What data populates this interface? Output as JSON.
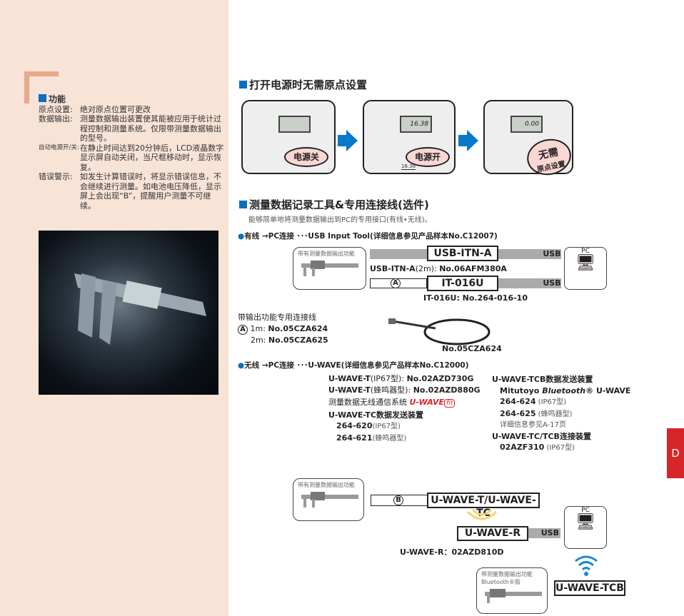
{
  "features": {
    "title": "功能",
    "rows": [
      {
        "key": "原点设置:",
        "value": "绝对原点位置可更改"
      },
      {
        "key": "数据输出:",
        "value": "测量数据输出装置使其能被应用于统计过程控制和测量系统。仅限带测量数据输出的型号。"
      },
      {
        "key": "自动电源开/关:",
        "value": "在静止时间达到20分钟后，LCD液晶数字显示屏自动关闭，当尺框移动时，显示恢复。"
      },
      {
        "key": "错误警示:",
        "value": "如发生计算错误时，将显示错误信息，不会继续进行测量。如电池电压降低，显示屏上会出现“B”，提醒用户测量不可继续。"
      }
    ]
  },
  "section1": {
    "title": "打开电源时无需原点设置",
    "panels": [
      {
        "lcd": "",
        "label": "电源关"
      },
      {
        "lcd": "16.38",
        "label": "电源开",
        "dim": "16.38"
      },
      {
        "lcd": "0.00",
        "label1": "无需",
        "label2": "原点设置"
      }
    ]
  },
  "section2": {
    "title": "测量数据记录工具&专用连接线(选件)",
    "subtitle": "能够简单地将测量数据输出到PC的专用接口(有线•无线)。",
    "wired_heading": "有线 →PC连接 ･･･USB Input Tool(详细信息参见产品样本No.C12007)",
    "device_label": "带有测量数据输出功能",
    "usb_itn_a": "USB-ITN-A",
    "usb_itn_a_note_name": "USB-ITN-A",
    "usb_itn_a_note_len": "(2m):",
    "usb_itn_a_note_no": "No.06AFM380A",
    "it016u": "IT-016U",
    "it016u_note": "IT-016U: No.264-016-10",
    "usb": "USB",
    "pc": "PC",
    "conn_a": "A",
    "cable_title": "带输出功能专用连接线",
    "cable_1m_len": "1m:",
    "cable_1m_no": "No.05CZA624",
    "cable_2m_len": "2m:",
    "cable_2m_no": "No.05CZA625",
    "cable_photo_caption": "No.05CZA624",
    "wireless_heading": "无线 →PC连接 ･･･U-WAVE(详细信息参见产品样本No.C12000)",
    "left_list": [
      {
        "bold": "U-WAVE-T",
        "light": "(IP67型): ",
        "no": "No.02AZD730G"
      },
      {
        "bold": "U-WAVE-T",
        "light": "(蜂鸣器型): ",
        "no": "No.02AZD880G"
      }
    ],
    "system_text": "测量数据无线通信系统",
    "uwave_fit": "U-WAVE",
    "uwave_fit_suffix": "fit",
    "tc_title": "U-WAVE-TC数据发送装置",
    "tc_items": [
      {
        "no": "264-620",
        "type": "(IP67型)"
      },
      {
        "no": "264-621",
        "type": "(蜂鸣器型)"
      }
    ],
    "tcb_title": "U-WAVE-TCB数据发送装置",
    "tcb_sub_a": "Mitutoyo ",
    "tcb_sub_b": "Bluetooth",
    "tcb_sub_c": "® U-WAVE",
    "tcb_items": [
      {
        "no": "264-624",
        "type": " (IP67型)"
      },
      {
        "no": "264-625",
        "type": " (蜂鸣器型)"
      }
    ],
    "tcb_ref": "详细信息参见A-17页",
    "conn_title": "U-WAVE-TC/TCB连接装置",
    "conn_no": "02AZF310",
    "conn_type": " (IP67型)",
    "conn_b": "B",
    "uwave_t_tc": "U-WAVE-T/U-WAVE-TC",
    "uwave_r": "U-WAVE-R",
    "uwave_r_note": "U-WAVE-R：02AZD810D",
    "bt_device_label1": "带测量数据输出功能",
    "bt_device_label2": "Bluetooth®版",
    "uwave_tcb": "U-WAVE-TCB"
  },
  "side_tab": "D",
  "colors": {
    "accent": "#0a6fbf",
    "tab": "#d7262a",
    "left_bg": "#f8e3d7",
    "fit_red": "#d7262a"
  }
}
